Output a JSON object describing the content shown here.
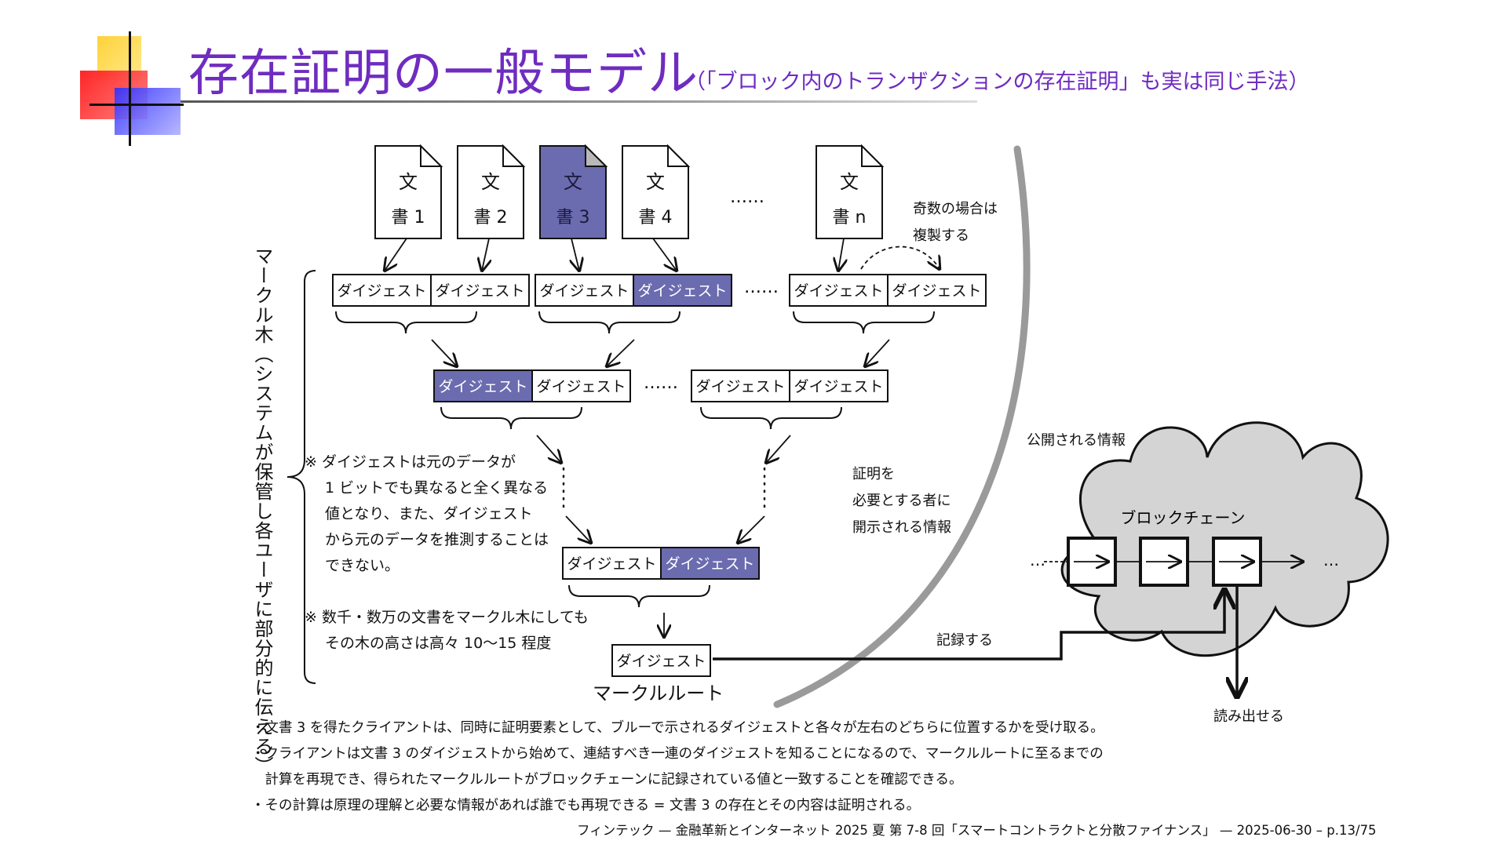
{
  "title": {
    "main": "存在証明の一般モデル",
    "sub": "（「ブロック内のトランザクションの存在証明」も実は同じ手法）"
  },
  "diagram": {
    "documents": [
      {
        "top": "文",
        "bottom": "書 1",
        "highlighted": false
      },
      {
        "top": "文",
        "bottom": "書 2",
        "highlighted": false
      },
      {
        "top": "文",
        "bottom": "書 3",
        "highlighted": true
      },
      {
        "top": "文",
        "bottom": "書 4",
        "highlighted": false
      },
      {
        "top": "文",
        "bottom": "書 n",
        "highlighted": false
      }
    ],
    "ellipsis": "……",
    "digest_label": "ダイジェスト",
    "odd_note": [
      "奇数の場合は",
      "複製する"
    ],
    "merkle_root_label": "マークルルート",
    "merkle_tree_label": "マークル木（システムが保管し各ユーザに部分的に伝える）",
    "digest_note": [
      "※ ダイジェストは元のデータが",
      "1 ビットでも異なると全く異なる",
      "値となり、また、ダイジェスト",
      "から元のデータを推測することは",
      "できない。"
    ],
    "height_note": [
      "※ 数千・数万の文書をマークル木にしても",
      "その木の高さは高々 10〜15 程度"
    ],
    "proof_info": [
      "証明を",
      "必要とする者に",
      "開示される情報"
    ],
    "public_info": "公開される情報",
    "blockchain_label": "ブロックチェーン",
    "chain_ellipsis": "…",
    "record_label": "記録する",
    "readable_label": "読み出せる",
    "highlight_color": "#6b6bb0",
    "cloud_color": "#d4d4d4"
  },
  "bullets": [
    "・文書 3 を得たクライアントは、同時に証明要素として、ブルーで示されるダイジェストと各々が左右のどちらに位置するかを受け取る。",
    "・クライアントは文書 3 のダイジェストから始めて、連結すべき一連のダイジェストを知ることになるので、マークルルートに至るまでの",
    "　計算を再現でき、得られたマークルルートがブロックチェーンに記録されている値と一致することを確認できる。",
    "・その計算は原理の理解と必要な情報があれば誰でも再現できる = 文書 3 の存在とその内容は証明される。"
  ],
  "footer": "フィンテック — 金融革新とインターネット 2025 夏 第 7-8 回「スマートコントラクトと分散ファイナンス」 — 2025-06-30 – p.13/75"
}
